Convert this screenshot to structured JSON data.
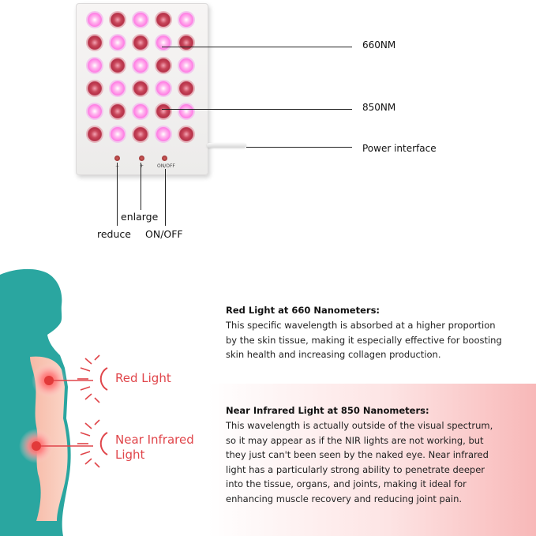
{
  "device": {
    "led_rows": [
      [
        "pink",
        "red",
        "pink",
        "red",
        "pink"
      ],
      [
        "red",
        "pink",
        "red",
        "pink",
        "red"
      ],
      [
        "pink",
        "red",
        "pink",
        "red",
        "pink"
      ],
      [
        "red",
        "pink",
        "red",
        "pink",
        "red"
      ],
      [
        "pink",
        "red",
        "pink",
        "red",
        "pink"
      ],
      [
        "red",
        "pink",
        "red",
        "pink",
        "red"
      ]
    ],
    "buttons": [
      {
        "symbol": "−"
      },
      {
        "symbol": "+"
      },
      {
        "symbol": "ON/OFF"
      }
    ],
    "colors": {
      "red_led": "#c9485c",
      "pink_led": "#ff7fe4",
      "housing": "#f3f1f0"
    }
  },
  "callouts": {
    "nm660": "660NM",
    "nm850": "850NM",
    "power": "Power interface",
    "enlarge": "enlarge",
    "reduce": "reduce",
    "onoff": "ON/OFF"
  },
  "body_labels": {
    "red_light": "Red Light",
    "nir_line1": "Near Infrared",
    "nir_line2": "Light"
  },
  "sections": {
    "red": {
      "title": "Red Light at 660 Nanometers:",
      "lines": [
        "This specific wavelength is absorbed at a higher proportion",
        "by the skin tissue, making it especially effective for boosting",
        "skin health and increasing collagen production."
      ]
    },
    "nir": {
      "title": "Near Infrared Light at 850 Nanometers:",
      "lines": [
        "This wavelength is actually outside of the visual spectrum,",
        "so it may appear as if the NIR lights are not working, but",
        "they just can't been seen by the naked eye. Near infrared",
        "light has a particularly strong ability to penetrate deeper",
        "into the tissue, organs, and joints, making it ideal for",
        "enhancing muscle recovery and reducing joint pain."
      ]
    }
  },
  "colors": {
    "accent_red": "#e0454a",
    "body_teal": "#2aa6a0",
    "band_pink": "#f8b8b8"
  }
}
